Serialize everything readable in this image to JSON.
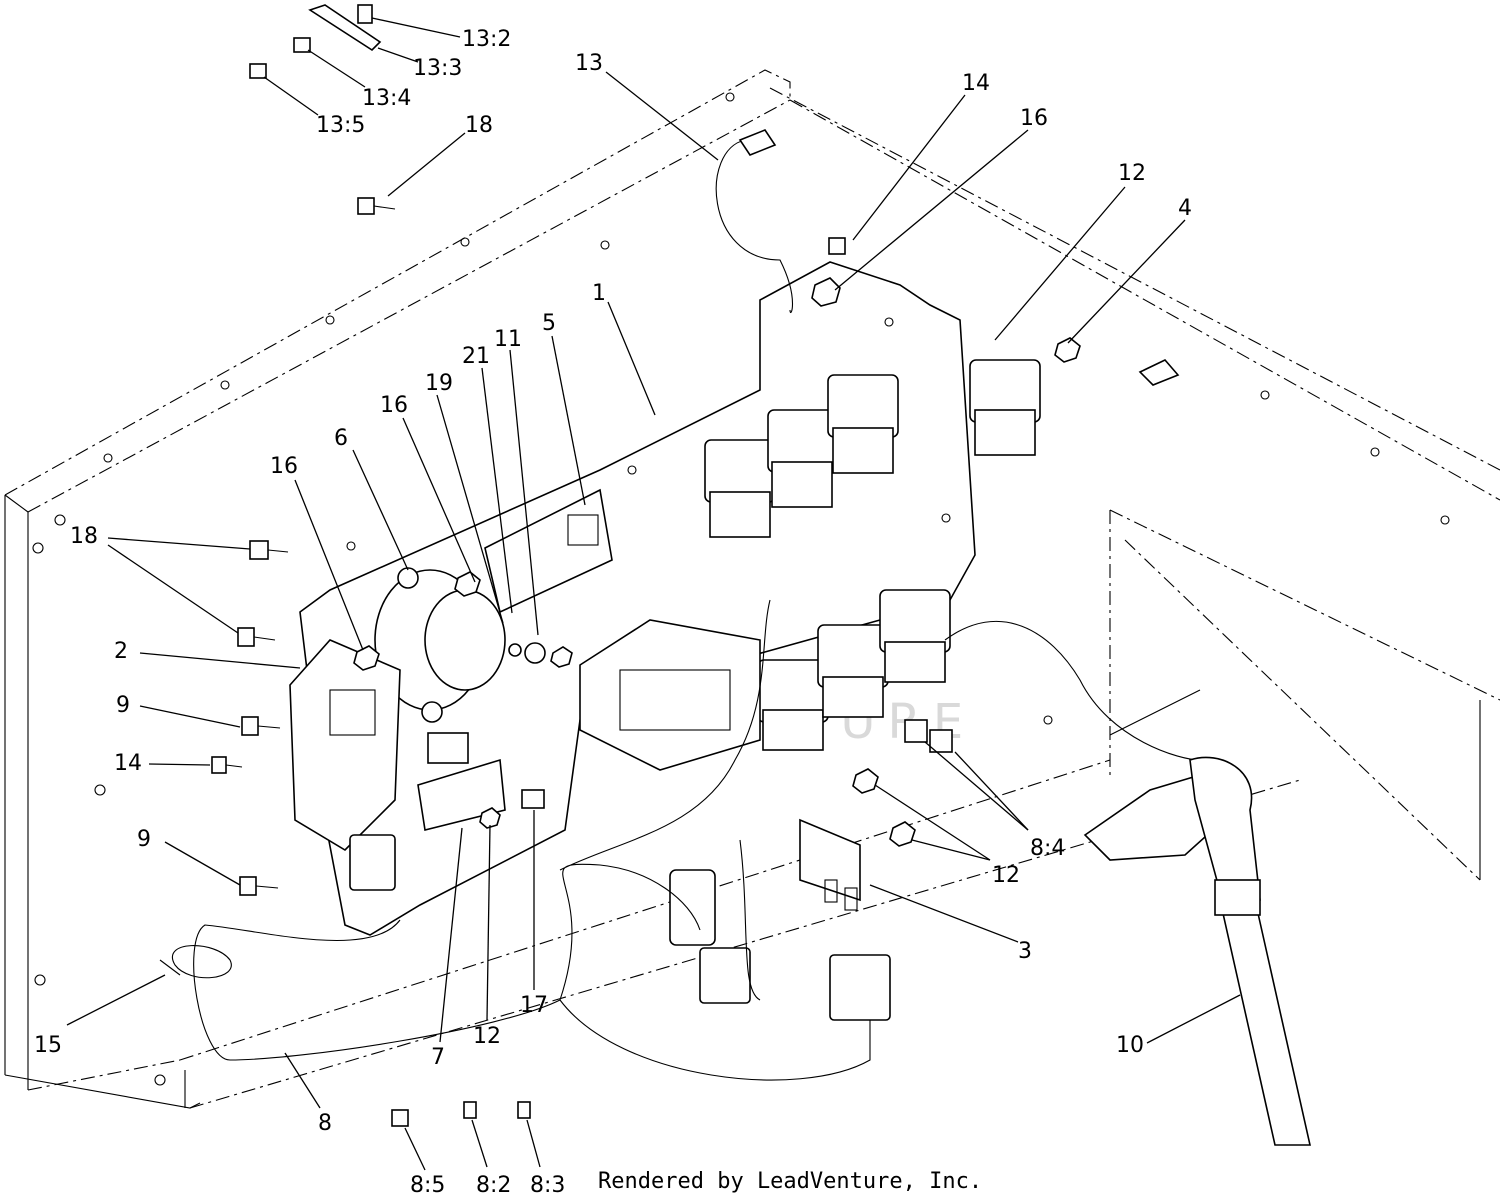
{
  "watermark": "LEADVENTURE",
  "credit": "Rendered by LeadVenture, Inc.",
  "callouts": [
    {
      "id": "13-2",
      "text": "13:2"
    },
    {
      "id": "13-3",
      "text": "13:3"
    },
    {
      "id": "13-4",
      "text": "13:4"
    },
    {
      "id": "13-5",
      "text": "13:5"
    },
    {
      "id": "18-top",
      "text": "18"
    },
    {
      "id": "13",
      "text": "13"
    },
    {
      "id": "14-top",
      "text": "14"
    },
    {
      "id": "16-top",
      "text": "16"
    },
    {
      "id": "12-top",
      "text": "12"
    },
    {
      "id": "4",
      "text": "4"
    },
    {
      "id": "1",
      "text": "1"
    },
    {
      "id": "5",
      "text": "5"
    },
    {
      "id": "21",
      "text": "21"
    },
    {
      "id": "11",
      "text": "11"
    },
    {
      "id": "19",
      "text": "19"
    },
    {
      "id": "16-mid",
      "text": "16"
    },
    {
      "id": "6",
      "text": "6"
    },
    {
      "id": "16-left",
      "text": "16"
    },
    {
      "id": "18-left",
      "text": "18"
    },
    {
      "id": "2",
      "text": "2"
    },
    {
      "id": "9-upper",
      "text": "9"
    },
    {
      "id": "14-left",
      "text": "14"
    },
    {
      "id": "9-lower",
      "text": "9"
    },
    {
      "id": "8-4",
      "text": "8:4"
    },
    {
      "id": "12-right",
      "text": "12"
    },
    {
      "id": "3",
      "text": "3"
    },
    {
      "id": "10",
      "text": "10"
    },
    {
      "id": "15",
      "text": "15"
    },
    {
      "id": "7",
      "text": "7"
    },
    {
      "id": "12-bottom",
      "text": "12"
    },
    {
      "id": "17",
      "text": "17"
    },
    {
      "id": "8",
      "text": "8"
    },
    {
      "id": "8-5",
      "text": "8:5"
    },
    {
      "id": "8-2",
      "text": "8:2"
    },
    {
      "id": "8-3",
      "text": "8:3"
    }
  ]
}
